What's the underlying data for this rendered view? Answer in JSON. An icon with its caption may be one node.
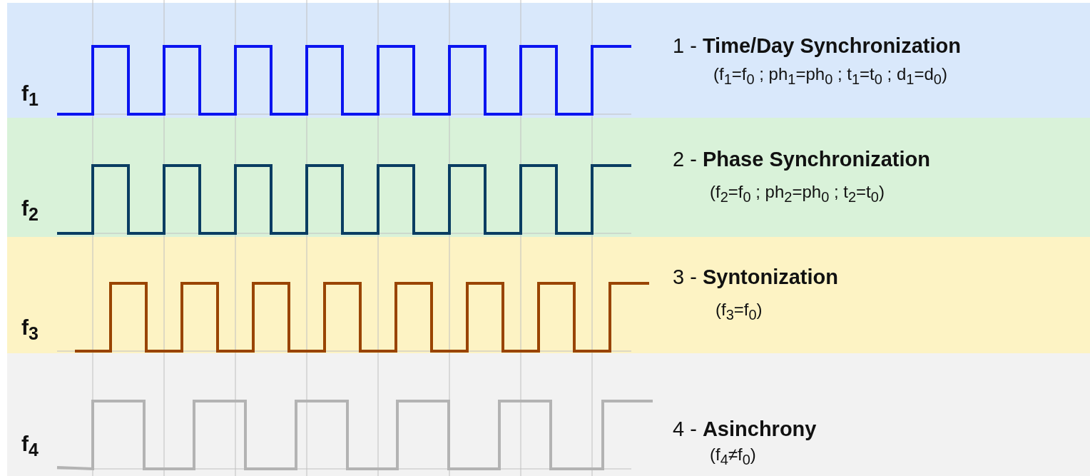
{
  "diagram": {
    "nodes": [
      {
        "text": [
          "f$_{1}$",
          "1 - **Time/Day Synchronization**",
          "(f$_{1}$=f$_{0}$ ; ph$_{1}$=ph$_{0}$ ; t$_{1}$=t$_{0}$ ; d$_{1}$=d$_{0}$)"
        ]
      },
      {
        "text": [
          "f$_{2}$",
          "2 - **Phase Synchronization**",
          "(f$_{2}$=f$_{0}$ ; ph$_{2}$=ph$_{0}$ ; t$_{2}$=t$_{0}$)"
        ]
      },
      {
        "text": [
          "f$_{3}$",
          "3 - **Syntonization**",
          "(f$_{3}$=f$_{0}$)"
        ]
      },
      {
        "text": [
          "f$_{4}$",
          "4 - **Asinchrony**",
          "(f$_{4}$≠f$_{0}$)"
        ]
      }
    ]
  }
}
